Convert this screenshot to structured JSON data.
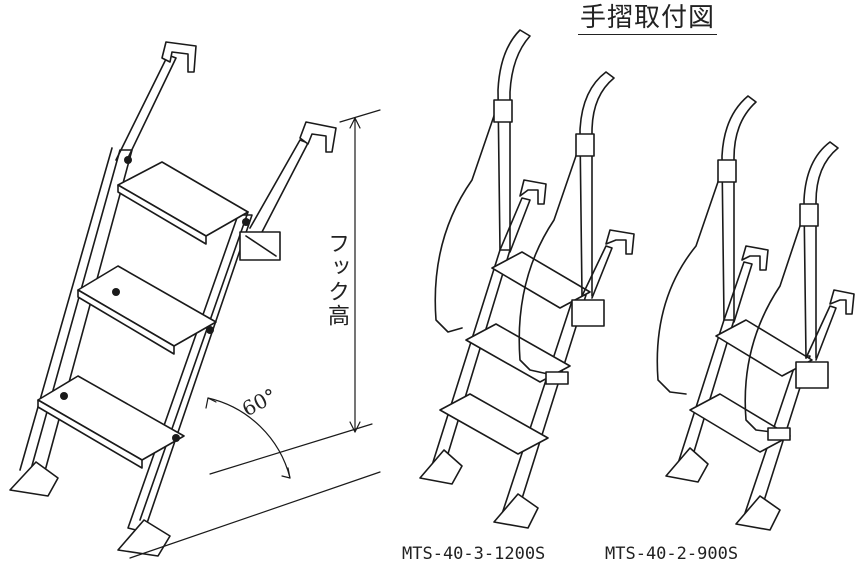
{
  "title": "手摺取付図",
  "dimension": {
    "hook_height_label": "フック高",
    "angle_label": "60°"
  },
  "models": [
    {
      "name": "MTS-40-3-1200S"
    },
    {
      "name": "MTS-40-2-900S"
    }
  ],
  "colors": {
    "line": "#1a1a1a",
    "background": "#ffffff"
  }
}
